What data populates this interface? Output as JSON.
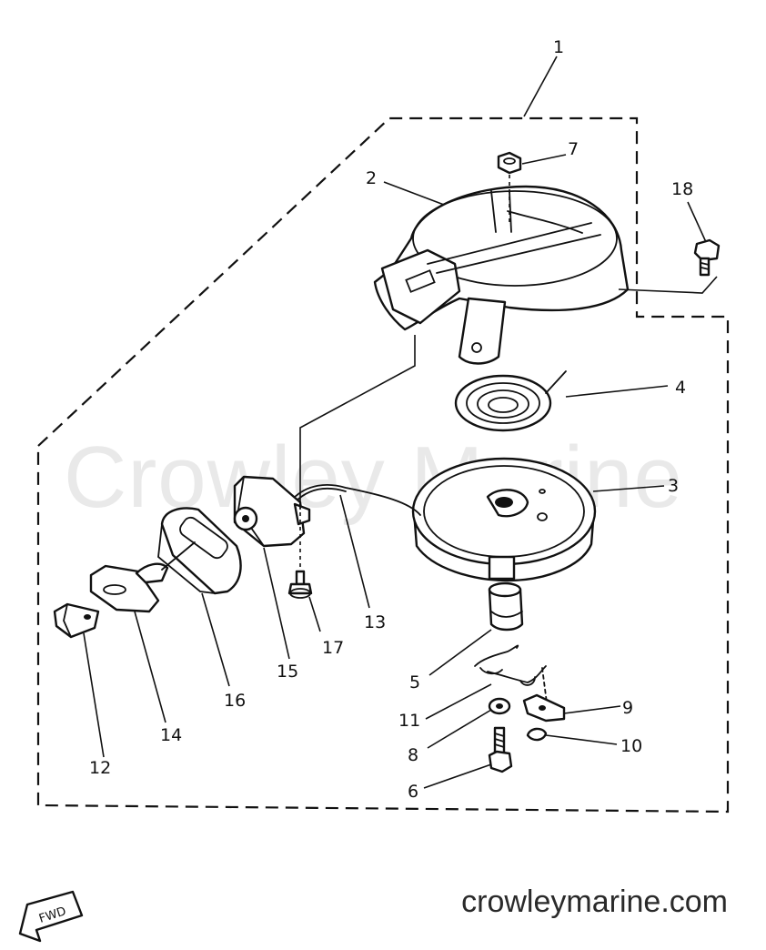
{
  "watermark": "Crowley Marine",
  "site_label": "crowleymarine.com",
  "fwd_badge": "FWD",
  "callouts": {
    "c1": "1",
    "c2": "2",
    "c3": "3",
    "c4": "4",
    "c5": "5",
    "c6": "6",
    "c7": "7",
    "c8": "8",
    "c9": "9",
    "c10": "10",
    "c11": "11",
    "c12": "12",
    "c13": "13",
    "c14": "14",
    "c15": "15",
    "c16": "16",
    "c17": "17",
    "c18": "18"
  }
}
